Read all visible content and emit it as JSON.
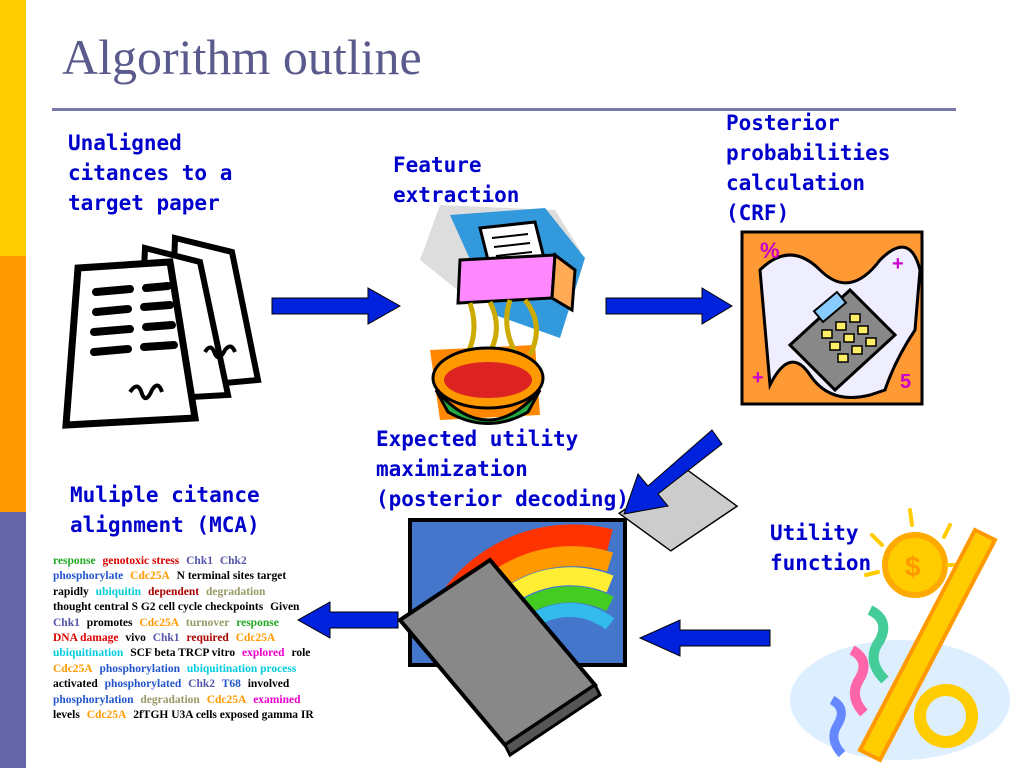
{
  "title": "Algorithm outline",
  "labels": {
    "unaligned": "Unaligned citances to a target paper",
    "feature": "Feature extraction",
    "posterior": "Posterior probabilities calculation (CRF)",
    "expected": "Expected utility maximization (posterior decoding)",
    "mca": "Muliple citance alignment (MCA)",
    "utility": "Utility function"
  },
  "wordcloud": [
    {
      "t": "response",
      "c": "#22aa22"
    },
    {
      "t": "genotoxic stress",
      "c": "#dd0000"
    },
    {
      "t": "Chk1",
      "c": "#5555aa"
    },
    {
      "t": "Chk2",
      "c": "#5555aa"
    },
    {
      "t": "phosphorylate",
      "c": "#2255cc"
    },
    {
      "t": "Cdc25A",
      "c": "#ff9900"
    },
    {
      "t": "N terminal sites target",
      "c": "#000000"
    },
    {
      "t": "rapidly",
      "c": "#000000"
    },
    {
      "t": "ubiquitin",
      "c": "#00ccdd"
    },
    {
      "t": "dependent",
      "c": "#aa0000"
    },
    {
      "t": "degradation",
      "c": "#999966"
    },
    {
      "t": "thought central S G2 cell cycle checkpoints",
      "c": "#000000"
    },
    {
      "t": "Given",
      "c": "#000000"
    },
    {
      "t": "Chk1",
      "c": "#5555aa"
    },
    {
      "t": "promotes",
      "c": "#000000"
    },
    {
      "t": "Cdc25A",
      "c": "#ff9900"
    },
    {
      "t": "turnover",
      "c": "#999966"
    },
    {
      "t": "response",
      "c": "#22aa22"
    },
    {
      "t": "DNA damage",
      "c": "#dd0000"
    },
    {
      "t": "vivo",
      "c": "#000000"
    },
    {
      "t": "Chk1",
      "c": "#5555aa"
    },
    {
      "t": "required",
      "c": "#aa0000"
    },
    {
      "t": "Cdc25A",
      "c": "#ff9900"
    },
    {
      "t": "ubiquitination",
      "c": "#00ccdd"
    },
    {
      "t": "SCF beta TRCP vitro",
      "c": "#000000"
    },
    {
      "t": "explored",
      "c": "#ee00cc"
    },
    {
      "t": "role",
      "c": "#000000"
    },
    {
      "t": "Cdc25A",
      "c": "#ff9900"
    },
    {
      "t": "phosphorylation",
      "c": "#2255cc"
    },
    {
      "t": "ubiquitination process",
      "c": "#00ccdd"
    },
    {
      "t": "activated",
      "c": "#000000"
    },
    {
      "t": "phosphorylated",
      "c": "#2255cc"
    },
    {
      "t": "Chk2",
      "c": "#5555aa"
    },
    {
      "t": "T68",
      "c": "#2255cc"
    },
    {
      "t": "involved",
      "c": "#000000"
    },
    {
      "t": "phosphorylation",
      "c": "#2255cc"
    },
    {
      "t": "degradation",
      "c": "#999966"
    },
    {
      "t": "Cdc25A",
      "c": "#ff9900"
    },
    {
      "t": "examined",
      "c": "#ee00cc"
    },
    {
      "t": "levels",
      "c": "#000000"
    },
    {
      "t": "Cdc25A",
      "c": "#ff9900"
    },
    {
      "t": "2fTGH U3A cells exposed gamma IR",
      "c": "#000000"
    }
  ],
  "colors": {
    "label": "#0000cc",
    "arrow": "#0022dd",
    "title": "#5a5a8c",
    "bar_top": "#ffcc00",
    "bar_mid": "#ff9900",
    "bar_bottom": "#6666aa"
  },
  "icons": {
    "documents": "document-stack-icon",
    "feature": "printer-soup-icon",
    "crf": "calculator-icon",
    "mca": "laptop-rainbow-icon",
    "utility": "percent-sign-icon"
  }
}
